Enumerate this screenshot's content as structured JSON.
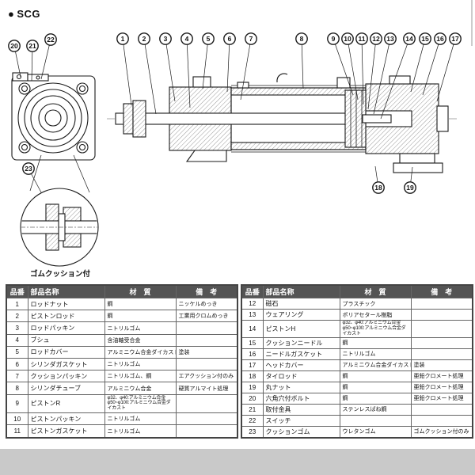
{
  "page": {
    "bullet": "●",
    "title": "SCG",
    "detail_caption": "ゴムクッション付"
  },
  "callout_numbers": [
    "20",
    "21",
    "22",
    "1",
    "2",
    "3",
    "4",
    "5",
    "6",
    "7",
    "8",
    "9",
    "10",
    "11",
    "12",
    "13",
    "14",
    "15",
    "16",
    "17",
    "23",
    "18",
    "19"
  ],
  "table": {
    "headers": {
      "no": "品番",
      "name": "部品名称",
      "material": "材　質",
      "note": "備　考"
    },
    "left_rows": [
      {
        "no": "1",
        "name": "ロッドナット",
        "material": "鋼",
        "note": "ニッケルめっき"
      },
      {
        "no": "2",
        "name": "ピストンロッド",
        "material": "鋼",
        "note": "工業用クロムめっき"
      },
      {
        "no": "3",
        "name": "ロッドパッキン",
        "material": "ニトリルゴム",
        "note": ""
      },
      {
        "no": "4",
        "name": "ブシュ",
        "material": "含油軸受合金",
        "note": ""
      },
      {
        "no": "5",
        "name": "ロッドカバー",
        "material": "アルミニウム合金ダイカスト",
        "note": "塗装"
      },
      {
        "no": "6",
        "name": "シリンダガスケット",
        "material": "ニトリルゴム",
        "note": ""
      },
      {
        "no": "7",
        "name": "クッションパッキン",
        "material": "ニトリルゴム、鋼",
        "note": "エアクッション付のみ"
      },
      {
        "no": "8",
        "name": "シリンダチューブ",
        "material": "アルミニウム合金",
        "note": "硬質アルマイト処理"
      },
      {
        "no": "9",
        "name": "ピストンR",
        "material": "φ32、φ40:アルミニウム合金\nφ50~φ100:アルミニウム合金ダイカスト",
        "note": ""
      },
      {
        "no": "10",
        "name": "ピストンパッキン",
        "material": "ニトリルゴム",
        "note": ""
      },
      {
        "no": "11",
        "name": "ピストンガスケット",
        "material": "ニトリルゴム",
        "note": ""
      }
    ],
    "right_rows": [
      {
        "no": "12",
        "name": "磁石",
        "material": "プラスチック",
        "note": ""
      },
      {
        "no": "13",
        "name": "ウェアリング",
        "material": "ポリアセタール樹脂",
        "note": ""
      },
      {
        "no": "14",
        "name": "ピストンH",
        "material": "φ32、φ40:アルミニウム合金\nφ50~φ100:アルミニウム合金ダイカスト",
        "note": ""
      },
      {
        "no": "15",
        "name": "クッションニードル",
        "material": "鋼",
        "note": ""
      },
      {
        "no": "16",
        "name": "ニードルガスケット",
        "material": "ニトリルゴム",
        "note": ""
      },
      {
        "no": "17",
        "name": "ヘッドカバー",
        "material": "アルミニウム合金ダイカスト",
        "note": "塗装"
      },
      {
        "no": "18",
        "name": "タイロッド",
        "material": "鋼",
        "note": "亜鉛クロメート処理"
      },
      {
        "no": "19",
        "name": "丸ナット",
        "material": "鋼",
        "note": "亜鉛クロメート処理"
      },
      {
        "no": "20",
        "name": "六角穴付ボルト",
        "material": "鋼",
        "note": "亜鉛クロメート処理"
      },
      {
        "no": "21",
        "name": "取付金具",
        "material": "ステンレスばね鋼",
        "note": ""
      },
      {
        "no": "22",
        "name": "スイッチ",
        "material": "",
        "note": ""
      },
      {
        "no": "23",
        "name": "クッションゴム",
        "material": "ウレタンゴム",
        "note": "ゴムクッション付のみ"
      }
    ]
  },
  "colors": {
    "header_bg": "#545454",
    "header_text": "#ffffff",
    "line": "#1a1a1a",
    "bottom_strip": "#c9c9c9"
  }
}
